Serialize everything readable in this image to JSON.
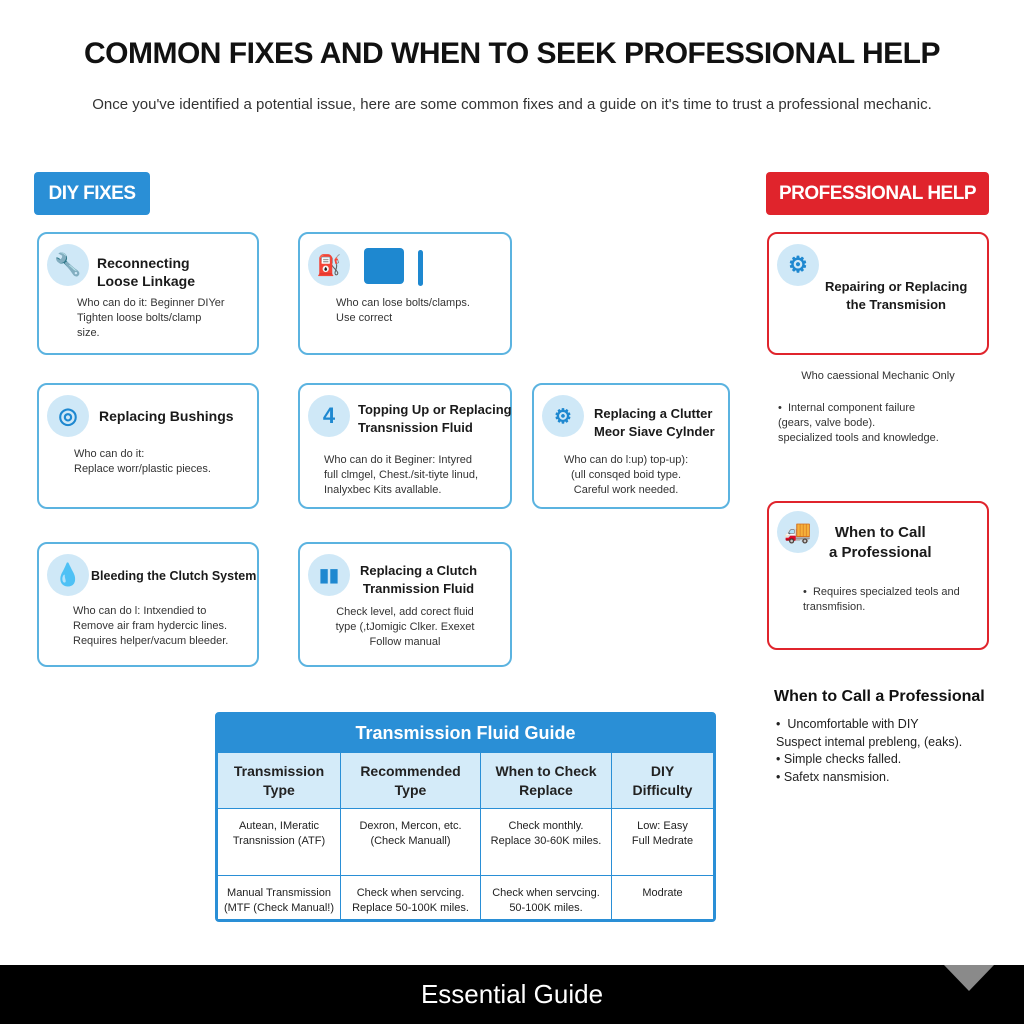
{
  "title": "COMMON FIXES AND WHEN TO SEEK PROFESSIONAL HELP",
  "subtitle": "Once you've identified a potential issue, here are some common fixes and a guide on it's time to trust a professional mechanic.",
  "colors": {
    "diy": "#2a8fd6",
    "pro": "#e0242c",
    "footer": "#000000"
  },
  "diy": {
    "label": "DIY FIXES",
    "cards": [
      {
        "icon": "wrench-icon",
        "title": "Reconnecting\nLoose Linkage",
        "body": "Who can do it: Beginner DIYer\nTighten loose bolts/clamp\nsize."
      },
      {
        "icon": "fluid-can-icon",
        "title": "",
        "body": "Who can lose bolts/clamps.\nUse correct"
      },
      {
        "icon": "bushing-icon",
        "title": "Replacing Bushings",
        "body": "Who can do it:\nReplace worr/plastic pieces."
      },
      {
        "icon": "number-4-icon",
        "icon_text": "4",
        "title": "Topping Up or Replacing\nTransnission Fluid",
        "body": "Who can do it Beginer: Intyred\nfull clmgel, Chest./sit-tiyte linud,\nInalyxbec Kits avallable."
      },
      {
        "icon": "cylinder-icon",
        "title": "Replacing a Clutter\nMeor Siave Cylnder",
        "body": "Who can do l:up) top-up):\n(ull consqed boid type.\nCareful work needed."
      },
      {
        "icon": "drop-icon",
        "title": "Bleeding the Clutch System",
        "body": "Who can do l: Intxendied to\nRemove air fram hydercic lines.\nRequires helper/vacum bleeder."
      },
      {
        "icon": "fluid-bottles-icon",
        "title": "Replacing a Clutch\nTranmission Fluid",
        "body": "Check level, add corect fluid\ntype (,tJomigic Clker. Exexet\nFollow manual"
      }
    ]
  },
  "pro": {
    "label": "PROFESSIONAL HELP",
    "card1": {
      "icon": "gear-icon",
      "title": "Repairing or Replacing\nthe Transmision"
    },
    "who": "Who caessional Mechanic Only",
    "bullets1": [
      "Internal component failure\n(gears, valve bode).\nspecialized tools and knowledge."
    ],
    "card2": {
      "icon": "truck-icon",
      "title": "When to Call\na Professional",
      "bullets": [
        "Requires specialzed teols and\ntransmfision."
      ]
    },
    "heading": "When to Call a Professional",
    "bullets2": [
      "Uncomfortable with DIY\nSuspect intemal prebleng, (eaks).",
      "Simple checks falled.",
      "Safetx nansmision."
    ]
  },
  "table": {
    "title": "Transmission Fluid Guide",
    "headers": [
      "Transmission\nType",
      "Recommended\nType",
      "When to Check\nReplace",
      "DIY\nDifficulty"
    ],
    "rows": [
      [
        "Autean, IMeratic\nTransnission (ATF)",
        "Dexron, Mercon, etc.\n(Check Manuall)",
        "Check monthly.\nReplace 30-60K miles.",
        "Low: Easy\nFull Medrate"
      ],
      [
        "Manual Transmission\n(MTF (Check Manual!)",
        "Check when servcing.\nReplace 50-100K miles.",
        "Check when servcing.\n50-100K miles.",
        "Modrate"
      ]
    ]
  },
  "footer": "Essential Guide"
}
